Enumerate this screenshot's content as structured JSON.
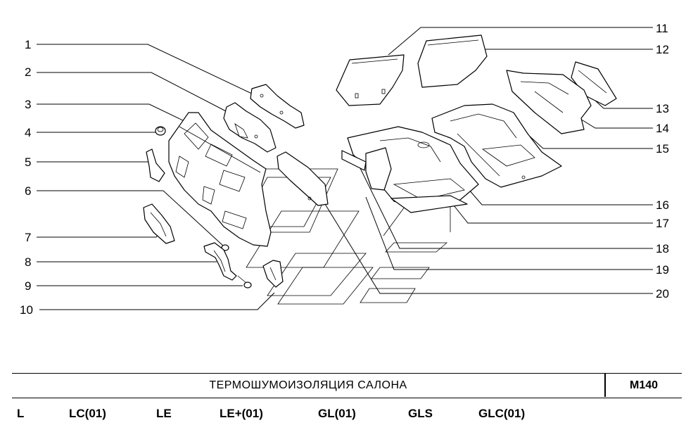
{
  "diagram": {
    "callouts": [
      {
        "id": "1",
        "label": "1"
      },
      {
        "id": "2",
        "label": "2"
      },
      {
        "id": "3",
        "label": "3"
      },
      {
        "id": "4",
        "label": "4"
      },
      {
        "id": "5",
        "label": "5"
      },
      {
        "id": "6",
        "label": "6"
      },
      {
        "id": "7",
        "label": "7"
      },
      {
        "id": "8",
        "label": "8"
      },
      {
        "id": "9",
        "label": "9"
      },
      {
        "id": "10",
        "label": "10"
      },
      {
        "id": "11",
        "label": "11"
      },
      {
        "id": "12",
        "label": "12"
      },
      {
        "id": "13",
        "label": "13"
      },
      {
        "id": "14",
        "label": "14"
      },
      {
        "id": "15",
        "label": "15"
      },
      {
        "id": "16",
        "label": "16"
      },
      {
        "id": "17",
        "label": "17"
      },
      {
        "id": "18",
        "label": "18"
      },
      {
        "id": "19",
        "label": "19"
      },
      {
        "id": "20",
        "label": "20"
      }
    ]
  },
  "title_block": {
    "title": "ТЕРМОШУМОИЗОЛЯЦИЯ   САЛОНА",
    "code": "M140"
  },
  "variants": [
    "L",
    "LC(01)",
    "LE",
    "LE+(01)",
    "GL(01)",
    "GLS",
    "GLC(01)"
  ]
}
